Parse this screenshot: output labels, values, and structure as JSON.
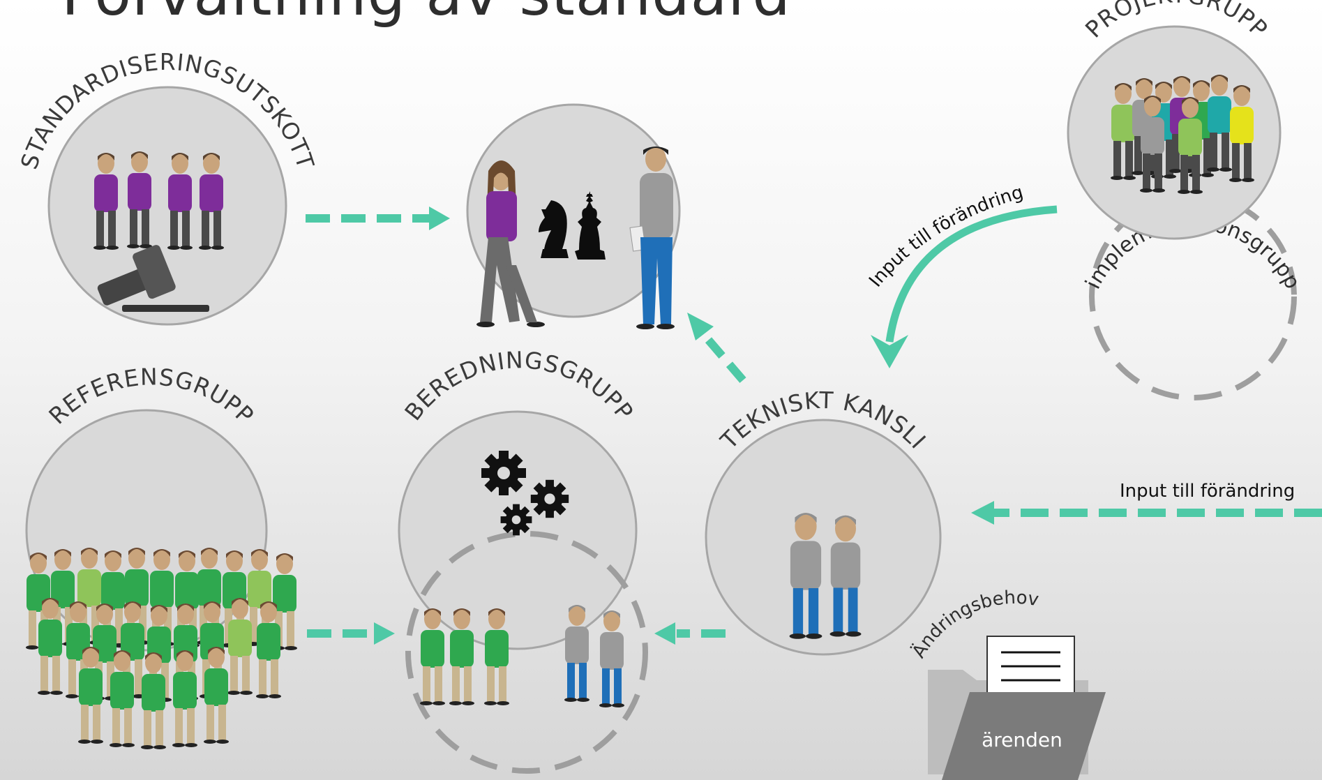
{
  "title": "Förvaltning av standard",
  "nodes": {
    "standardiseringsutskott": "STANDARDISERINGSUTSKOTT",
    "projektgrupp": "PROJEKTGRUPP",
    "implementationsgrupp": "implementationsgrupp",
    "referensgrupp": "REFERENSGRUPP",
    "beredningsgrupp": "BEREDNINGSGRUPP",
    "tekniskt_kansli": "TEKNISKT KANSLI"
  },
  "labels": {
    "input_top": "Input till förändring",
    "input_right": "Input till förändring",
    "andringsbehov": "Ändringsbehov",
    "arenden": "ärenden"
  },
  "colors": {
    "accent": "#4ec9a6",
    "circle_fill": "#d9d9d9",
    "circle_stroke": "#a6a6a6",
    "purple": "#7e2d9a",
    "green": "#2fa84f",
    "grey_shirt": "#9a9a9a",
    "blue_pants": "#1f6fb8"
  }
}
